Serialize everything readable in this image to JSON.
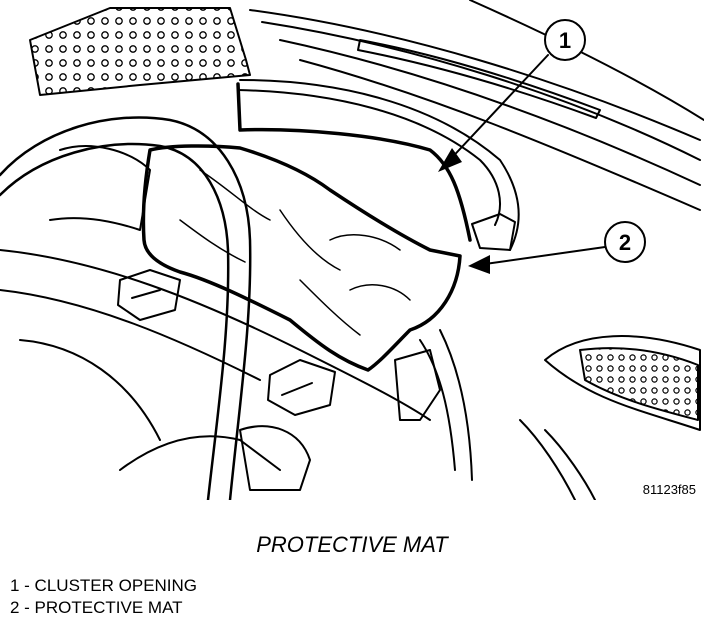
{
  "figure": {
    "id": "81123f85",
    "caption": "PROTECTIVE MAT",
    "callouts": [
      {
        "number": "1",
        "label": "1 - CLUSTER OPENING"
      },
      {
        "number": "2",
        "label": "2 - PROTECTIVE MAT"
      }
    ]
  },
  "colors": {
    "ink": "#000000",
    "paper": "#ffffff"
  }
}
